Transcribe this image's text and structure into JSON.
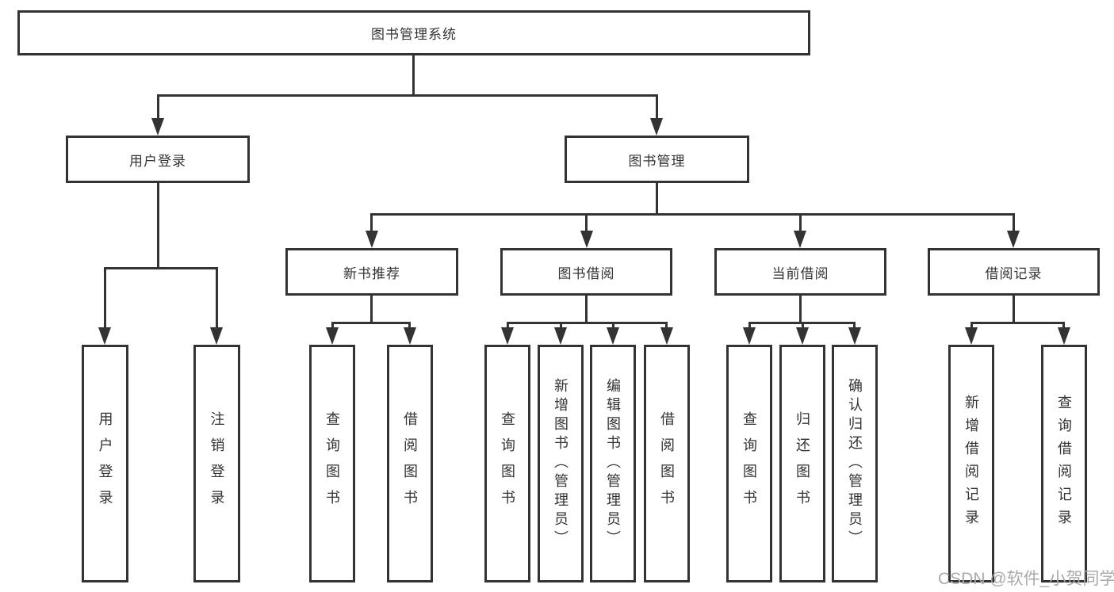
{
  "colors": {
    "line": "#333333",
    "text": "#333333",
    "background": "#ffffff",
    "watermark": "#aaaaaa"
  },
  "diagram_type": "hierarchy-tree",
  "nodes": {
    "root": "图书管理系统",
    "user_login": "用户登录",
    "book_mgmt": "图书管理",
    "new_book_rec": "新书推荐",
    "book_borrow": "图书借阅",
    "current_borrow": "当前借阅",
    "borrow_records": "借阅记录",
    "leaf_user_login": "用户登录",
    "leaf_logout": "注销登录",
    "leaf_rec_query": "查询图书",
    "leaf_rec_borrow": "借阅图书",
    "leaf_bb_query": "查询图书",
    "leaf_bb_add": "新增图书（管理员）",
    "leaf_bb_edit": "编辑图书（管理员）",
    "leaf_bb_borrow": "借阅图书",
    "leaf_cb_query": "查询图书",
    "leaf_cb_return": "归还图书",
    "leaf_cb_confirm": "确认归还（管理员）",
    "leaf_br_add": "新增借阅记录",
    "leaf_br_query": "查询借阅记录"
  },
  "hierarchy": {
    "图书管理系统": {
      "用户登录": [
        "用户登录",
        "注销登录"
      ],
      "图书管理": {
        "新书推荐": [
          "查询图书",
          "借阅图书"
        ],
        "图书借阅": [
          "查询图书",
          "新增图书（管理员）",
          "编辑图书（管理员）",
          "借阅图书"
        ],
        "当前借阅": [
          "查询图书",
          "归还图书",
          "确认归还（管理员）"
        ],
        "借阅记录": [
          "新增借阅记录",
          "查询借阅记录"
        ]
      }
    }
  },
  "watermark": "CSDN @软件_小贺同学"
}
